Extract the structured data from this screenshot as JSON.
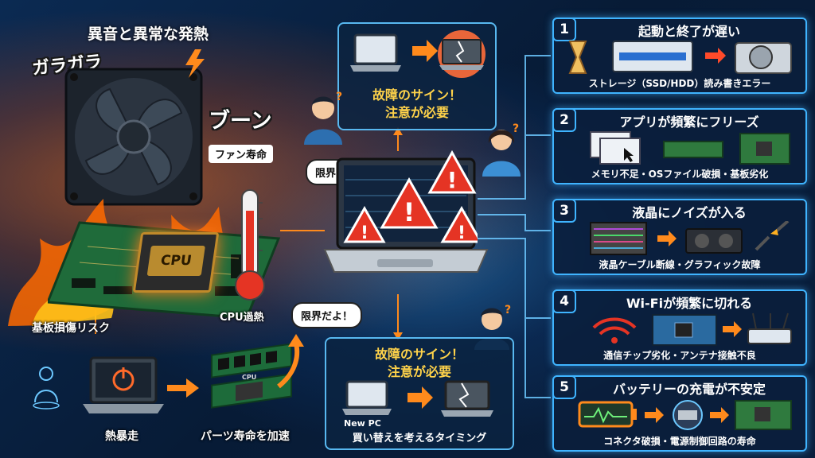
{
  "top_left_title": "異音と異常な発熱",
  "sfx_gara": "ガラガラ",
  "sfx_boon": "ブーン",
  "fan_life": "ファン寿命",
  "cpu_chip": "CPU",
  "cpu_overheat": "CPU過熱",
  "board_risk": "基板損傷リスク",
  "thermal_runaway": "熱暴走",
  "parts_life": "パーツ寿命を加速",
  "parts_cpu_chip": "CPU",
  "center_top_box": {
    "line1": "故障のサイン！",
    "line2": "注意が必要"
  },
  "bubble_top": "限界だよ！",
  "bubble_bottom": "限界だよ！",
  "center_bottom_box": {
    "line1": "故障のサイン！",
    "line2": "注意が必要",
    "newpc": "New PC",
    "caption": "買い替えを考えるタイミング"
  },
  "panels": [
    {
      "num": "1",
      "title": "起動と終了が遅い",
      "caption": "ストレージ（SSD/HDD）読み書きエラー"
    },
    {
      "num": "2",
      "title": "アプリが頻繁にフリーズ",
      "caption": "メモリ不足・OSファイル破損・基板劣化"
    },
    {
      "num": "3",
      "title": "液晶にノイズが入る",
      "caption": "液晶ケーブル断線・グラフィック故障"
    },
    {
      "num": "4",
      "title": "Wi-Fiが頻繁に切れる",
      "caption": "通信チップ劣化・アンテナ接触不良"
    },
    {
      "num": "5",
      "title": "バッテリーの充電が不安定",
      "caption": "コネクタ破損・電源制御回路の寿命"
    }
  ],
  "colors": {
    "accent_blue": "#3fb4ff",
    "fire_orange": "#ff7a1a",
    "warning_red": "#e53424"
  }
}
